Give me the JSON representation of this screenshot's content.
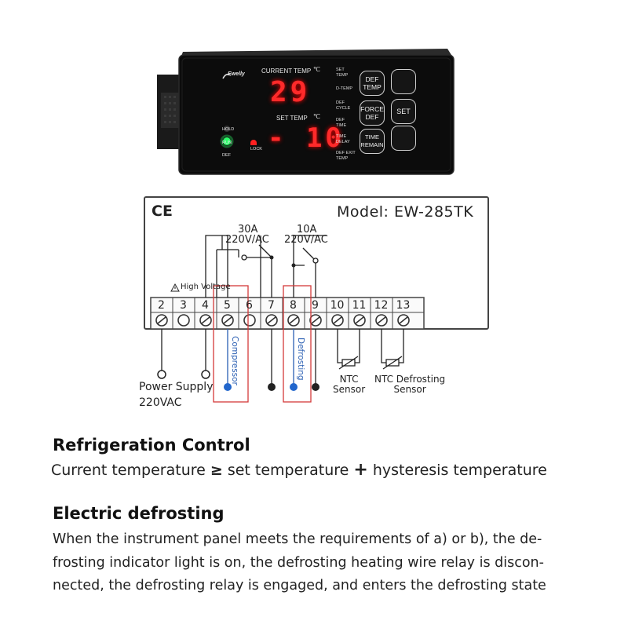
{
  "device": {
    "brand": "Ewelly",
    "current_temp_label": "CURRENT TEMP",
    "current_temp_unit": "℃",
    "current_temp_value": "29",
    "set_temp_label": "SET TEMP",
    "set_temp_unit": "℃",
    "set_temp_value": "- 10",
    "indicators": {
      "hold": "HOLD",
      "run": "RUN",
      "def": "DEF",
      "lock": "LOCK"
    },
    "side_labels": [
      "SET\nTEMP",
      "D-TEMP",
      "DEF\nCYCLE",
      "DEF\nTIME",
      "TIME\nDELAY",
      "DEF EXIT\nTEMP"
    ],
    "buttons": {
      "def_temp": "DEF\nTEMP",
      "force_def": "FORCE\nDEF",
      "time_remain": "TIME\nREMAIN",
      "set": "SET"
    },
    "colors": {
      "display": "#ff2a2a",
      "run_led": "#2dff6a",
      "lock_led": "#ff2020",
      "body": "#0c0c0c"
    }
  },
  "wiring": {
    "ce_mark": "CE",
    "model": "Model: EW-285TK",
    "relay1": {
      "amps": "30A",
      "voltage": "220V/AC"
    },
    "relay2": {
      "amps": "10A",
      "voltage": "220V/AC"
    },
    "high_voltage": "High Voltage",
    "terminals": [
      "2",
      "3",
      "4",
      "5",
      "6",
      "7",
      "8",
      "9",
      "10",
      "11",
      "12",
      "13"
    ],
    "compressor": "Compressor",
    "defrosting": "Defrosting",
    "power_supply": "Power Supply",
    "power_voltage": "220VAC",
    "ntc_sensor": "NTC\nSensor",
    "ntc_defrost_sensor": "NTC Defrosting\nSensor",
    "colors": {
      "highlight": "#d43a3a",
      "label_blue": "#2b5fb3",
      "dot_blue": "#2266cc"
    }
  },
  "sections": [
    {
      "heading": "Refrigeration Control",
      "text_parts": [
        "Current temperature ",
        "≥",
        " set temperature ",
        "+",
        " hysteresis temperature"
      ]
    },
    {
      "heading": "Electric defrosting",
      "lines": [
        "When the instrument panel meets the requirements of a) or b), the de-",
        "frosting indicator light is on, the defrosting heating wire relay is discon-",
        "nected, the defrosting relay is engaged, and enters the defrosting state"
      ]
    }
  ]
}
